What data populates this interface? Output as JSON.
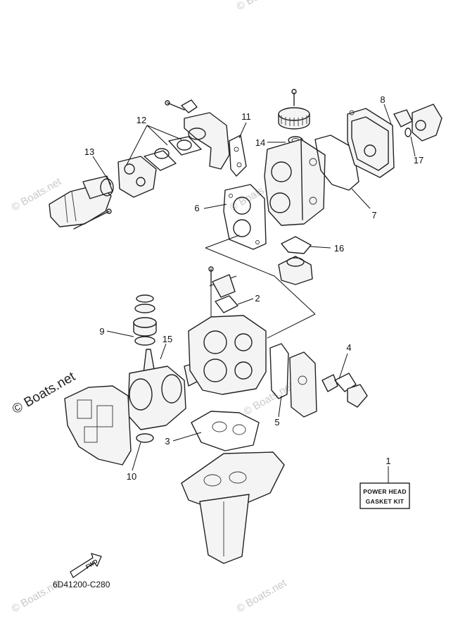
{
  "diagram_code": "6D41200-C280",
  "kit_label": {
    "line1": "POWER HEAD",
    "line2": "GASKET KIT"
  },
  "fwd_label": "FWD",
  "watermark": "© Boats.net",
  "callouts": [
    "1",
    "2",
    "3",
    "4",
    "5",
    "6",
    "7",
    "8",
    "9",
    "10",
    "11",
    "12",
    "13",
    "14",
    "15",
    "16",
    "17"
  ]
}
